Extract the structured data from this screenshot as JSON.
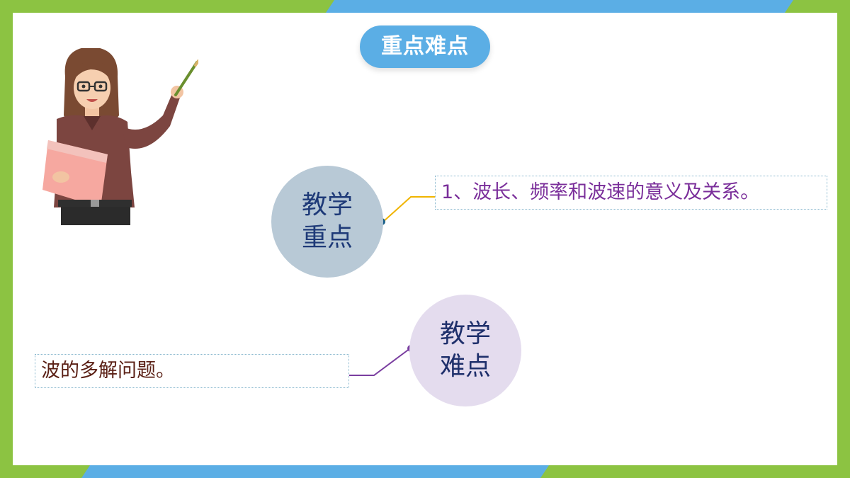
{
  "slide": {
    "title": "重点难点",
    "key_points": {
      "circle_label_line1": "教学",
      "circle_label_line2": "重点",
      "text": "1、波长、频率和波速的意义及关系。",
      "accent_color": "#1a5f8a",
      "line_color": "#f0b400"
    },
    "difficult_points": {
      "circle_label_line1": "教学",
      "circle_label_line2": "难点",
      "text": "波的多解问题。",
      "accent_color": "#7a3ea0",
      "line_color": "#7a3ea0"
    },
    "colors": {
      "frame_green": "#8cc342",
      "frame_blue": "#5baee5",
      "title_pill": "#5baee5"
    },
    "illustration": "teacher-with-pointer"
  }
}
